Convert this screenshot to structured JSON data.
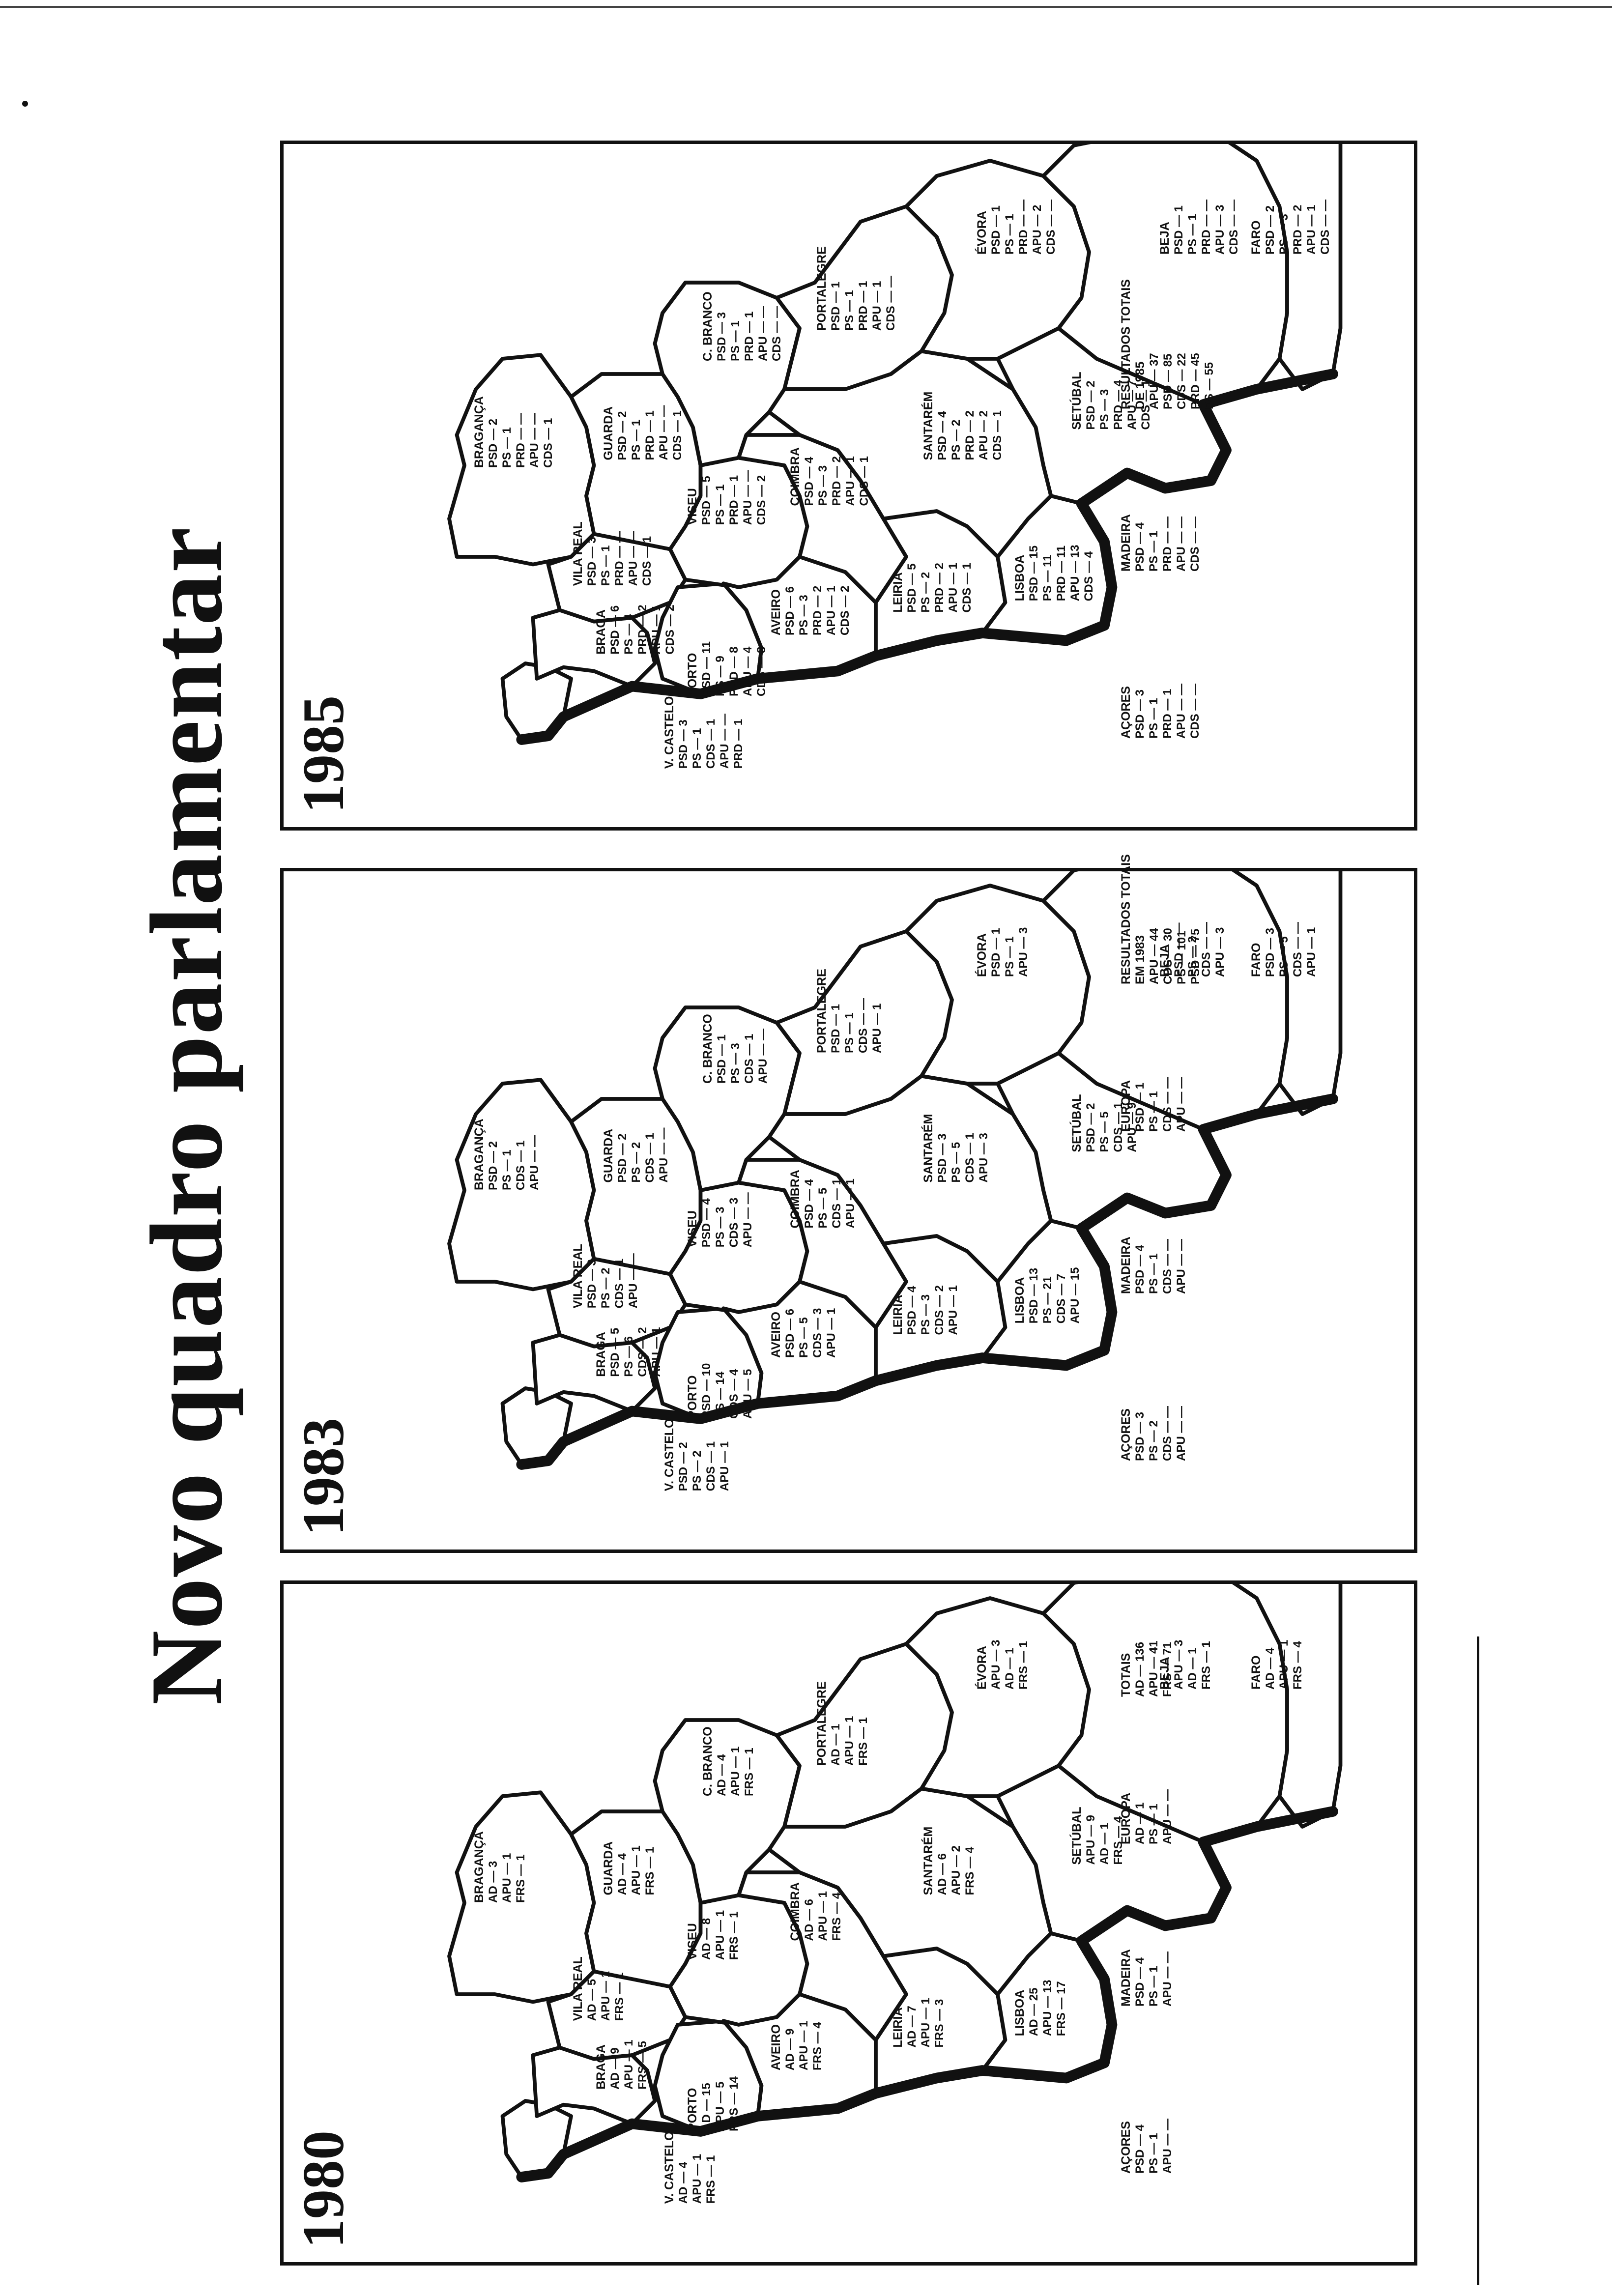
{
  "headline": "Novo quadro parlamentar",
  "panels": [
    {
      "year": "1980",
      "districts": [
        {
          "name": "V. CASTELO",
          "results": [
            "AD — 4",
            "APU — 1",
            "FRS — 1"
          ]
        },
        {
          "name": "BRAGANÇA",
          "results": [
            "AD — 3",
            "APU — 1",
            "FRS — 1"
          ]
        },
        {
          "name": "VILA REAL",
          "results": [
            "AD — 5",
            "APU — 1",
            "FRS — 1"
          ]
        },
        {
          "name": "BRAGA",
          "results": [
            "AD — 9",
            "APU — 1",
            "FRS — 5"
          ]
        },
        {
          "name": "PORTO",
          "results": [
            "AD — 15",
            "APU — 5",
            "FRS — 14"
          ]
        },
        {
          "name": "GUARDA",
          "results": [
            "AD — 4",
            "APU — 1",
            "FRS — 1"
          ]
        },
        {
          "name": "VISEU",
          "results": [
            "AD — 8",
            "APU — 1",
            "FRS — 1"
          ]
        },
        {
          "name": "AVEIRO",
          "results": [
            "AD — 9",
            "APU — 1",
            "FRS — 4"
          ]
        },
        {
          "name": "C. BRANCO",
          "results": [
            "AD — 4",
            "APU — 1",
            "FRS — 1"
          ]
        },
        {
          "name": "COIMBRA",
          "results": [
            "AD — 6",
            "APU — 1",
            "FRS — 4"
          ]
        },
        {
          "name": "LEIRIA",
          "results": [
            "AD — 7",
            "APU — 1",
            "FRS — 3"
          ]
        },
        {
          "name": "PORTALEGRE",
          "results": [
            "AD — 1",
            "APU — 1",
            "FRS — 1"
          ]
        },
        {
          "name": "SANTARÉM",
          "results": [
            "AD — 6",
            "APU — 2",
            "FRS — 4"
          ]
        },
        {
          "name": "ÉVORA",
          "results": [
            "APU — 3",
            "AD — 1",
            "FRS — 1"
          ]
        },
        {
          "name": "LISBOA",
          "results": [
            "AD — 25",
            "APU — 13",
            "FRS — 17"
          ]
        },
        {
          "name": "SETÚBAL",
          "results": [
            "APU — 9",
            "AD — 1",
            "FRS — 4"
          ]
        },
        {
          "name": "BEJA",
          "results": [
            "APU — 3",
            "AD — 1",
            "FRS — 1"
          ]
        },
        {
          "name": "FARO",
          "results": [
            "AD — 4",
            "APU — 1",
            "FRS — 4"
          ]
        }
      ],
      "extras": [
        {
          "name": "AÇORES",
          "results": [
            "PSD — 4",
            "PS — 1",
            "APU — —"
          ]
        },
        {
          "name": "MADEIRA",
          "results": [
            "PSD — 4",
            "PS — 1",
            "APU — —"
          ]
        },
        {
          "name": "EUROPA",
          "results": [
            "AD — 1",
            "PS — 1",
            "APU — —"
          ]
        },
        {
          "name": "TOTAIS",
          "results": [
            "AD — 136",
            "APU — 41",
            "FRS — 71"
          ]
        }
      ]
    },
    {
      "year": "1983",
      "districts": [
        {
          "name": "V. CASTELO",
          "results": [
            "PSD — 2",
            "PS — 2",
            "CDS — 1",
            "APU — 1"
          ]
        },
        {
          "name": "BRAGANÇA",
          "results": [
            "PSD — 2",
            "PS — 1",
            "CDS — 1",
            "APU — —"
          ]
        },
        {
          "name": "VILA REAL",
          "results": [
            "PSD — 3",
            "PS — 2",
            "CDS — 1",
            "APU — —"
          ]
        },
        {
          "name": "BRAGA",
          "results": [
            "PSD — 5",
            "PS — 6",
            "CDS — 2",
            "APU — 1"
          ]
        },
        {
          "name": "PORTO",
          "results": [
            "PSD — 10",
            "PS — 14",
            "CDS — 4",
            "APU — 5"
          ]
        },
        {
          "name": "GUARDA",
          "results": [
            "PSD — 2",
            "PS — 2",
            "CDS — 1",
            "APU — —"
          ]
        },
        {
          "name": "VISEU",
          "results": [
            "PSD — 4",
            "PS — 3",
            "CDS — 3",
            "APU — —"
          ]
        },
        {
          "name": "AVEIRO",
          "results": [
            "PSD — 6",
            "PS — 5",
            "CDS — 3",
            "APU — 1"
          ]
        },
        {
          "name": "C. BRANCO",
          "results": [
            "PSD — 1",
            "PS — 3",
            "CDS — 1",
            "APU — —"
          ]
        },
        {
          "name": "COIMBRA",
          "results": [
            "PSD — 4",
            "PS — 5",
            "CDS — 1",
            "APU — 1"
          ]
        },
        {
          "name": "LEIRIA",
          "results": [
            "PSD — 4",
            "PS — 3",
            "CDS — 2",
            "APU — 1"
          ]
        },
        {
          "name": "PORTALEGRE",
          "results": [
            "PSD — 1",
            "PS — 1",
            "CDS — —",
            "APU — 1"
          ]
        },
        {
          "name": "SANTARÉM",
          "results": [
            "PSD — 3",
            "PS — 5",
            "CDS — 1",
            "APU — 3"
          ]
        },
        {
          "name": "ÉVORA",
          "results": [
            "PSD — 1",
            "PS — 1",
            "APU — 3"
          ]
        },
        {
          "name": "LISBOA",
          "results": [
            "PSD — 13",
            "PS — 21",
            "CDS — 7",
            "APU — 15"
          ]
        },
        {
          "name": "SETÚBAL",
          "results": [
            "PSD — 2",
            "PS — 5",
            "CDS — 1",
            "APU — 9"
          ]
        },
        {
          "name": "BEJA",
          "results": [
            "PSD — —",
            "PS — 2",
            "CDS — —",
            "APU — 3"
          ]
        },
        {
          "name": "FARO",
          "results": [
            "PSD — 3",
            "PS — 5",
            "CDS — —",
            "APU — 1"
          ]
        }
      ],
      "extras": [
        {
          "name": "AÇORES",
          "results": [
            "PSD — 3",
            "PS — 2",
            "CDS — —",
            "APU — —"
          ]
        },
        {
          "name": "MADEIRA",
          "results": [
            "PSD — 4",
            "PS — 1",
            "CDS — —",
            "APU — —"
          ]
        },
        {
          "name": "EUROPA",
          "results": [
            "PSD — 1",
            "PS — 1",
            "CDS — —",
            "APU — —"
          ]
        },
        {
          "name": "RESULTADOS TOTAIS EM 1983",
          "results": [
            "APU — 44",
            "CDS — 30",
            "PS — 101",
            "PSD — 75"
          ]
        }
      ]
    },
    {
      "year": "1985",
      "districts": [
        {
          "name": "V. CASTELO",
          "results": [
            "PSD — 3",
            "PS — 1",
            "CDS — 1",
            "APU — —",
            "PRD — 1"
          ]
        },
        {
          "name": "BRAGANÇA",
          "results": [
            "PSD — 2",
            "PS — 1",
            "PRD — —",
            "APU — —",
            "CDS — 1"
          ]
        },
        {
          "name": "VILA REAL",
          "results": [
            "PSD — 3",
            "PS — 1",
            "PRD — —",
            "APU — —",
            "CDS — 1"
          ]
        },
        {
          "name": "BRAGA",
          "results": [
            "PSD — 6",
            "PS — 4",
            "PRD — 2",
            "APU — 1",
            "CDS — 2"
          ]
        },
        {
          "name": "PORTO",
          "results": [
            "PSD — 11",
            "PS — 9",
            "PRD — 8",
            "APU — 4",
            "CDS — 3"
          ]
        },
        {
          "name": "GUARDA",
          "results": [
            "PSD — 2",
            "PS — 1",
            "PRD — 1",
            "APU — —",
            "CDS — 1"
          ]
        },
        {
          "name": "VISEU",
          "results": [
            "PSD — 5",
            "PS — 1",
            "PRD — 1",
            "APU — —",
            "CDS — 2"
          ]
        },
        {
          "name": "AVEIRO",
          "results": [
            "PSD — 6",
            "PS — 3",
            "PRD — 2",
            "APU — 1",
            "CDS — 2"
          ]
        },
        {
          "name": "C. BRANCO",
          "results": [
            "PSD — 3",
            "PS — 1",
            "PRD — 1",
            "APU — —",
            "CDS — —"
          ]
        },
        {
          "name": "COIMBRA",
          "results": [
            "PSD — 4",
            "PS — 3",
            "PRD — 2",
            "APU — 1",
            "CDS — 1"
          ]
        },
        {
          "name": "LEIRIA",
          "results": [
            "PSD — 5",
            "PS — 2",
            "PRD — 2",
            "APU — 1",
            "CDS — 1"
          ]
        },
        {
          "name": "PORTALEGRE",
          "results": [
            "PSD — 1",
            "PS — 1",
            "PRD — 1",
            "APU — 1",
            "CDS — —"
          ]
        },
        {
          "name": "SANTARÉM",
          "results": [
            "PSD — 4",
            "PS — 2",
            "PRD — 2",
            "APU — 2",
            "CDS — 1"
          ]
        },
        {
          "name": "ÉVORA",
          "results": [
            "PSD — 1",
            "PS — 1",
            "PRD — —",
            "APU — 2",
            "CDS — —"
          ]
        },
        {
          "name": "LISBOA",
          "results": [
            "PSD — 15",
            "PS — 11",
            "PRD — 11",
            "APU — 13",
            "CDS — 4"
          ]
        },
        {
          "name": "SETÚBAL",
          "results": [
            "PSD — 2",
            "PS — 3",
            "PRD — 4",
            "APU — 7",
            "CDS — 1"
          ]
        },
        {
          "name": "BEJA",
          "results": [
            "PSD — 1",
            "PS — 1",
            "PRD — —",
            "APU — 3",
            "CDS — —"
          ]
        },
        {
          "name": "FARO",
          "results": [
            "PSD — 2",
            "PS — 3",
            "PRD — 2",
            "APU — 1",
            "CDS — —"
          ]
        }
      ],
      "extras": [
        {
          "name": "AÇORES",
          "results": [
            "PSD — 3",
            "PS — 1",
            "PRD — 1",
            "APU — —",
            "CDS — —"
          ]
        },
        {
          "name": "MADEIRA",
          "results": [
            "PSD — 4",
            "PS — 1",
            "PRD — —",
            "APU — —",
            "CDS — —"
          ]
        },
        {
          "name": "RESULTADOS TOTAIS DE 1985",
          "results": [
            "APU — 37",
            "PSD — 85",
            "CDS — 22",
            "PRD — 45",
            "PS — 55"
          ]
        }
      ]
    }
  ]
}
